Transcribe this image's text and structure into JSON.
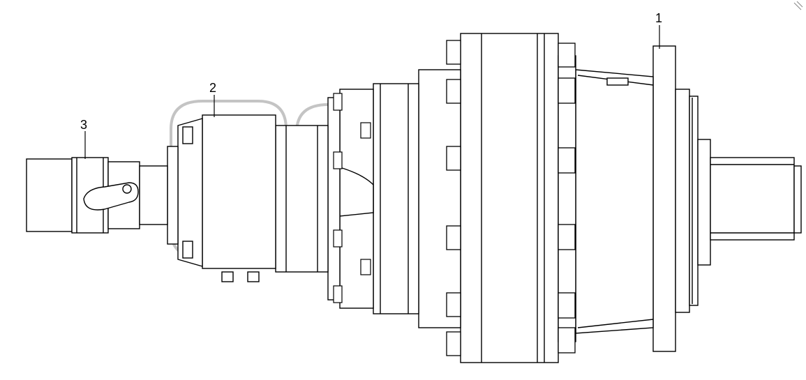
{
  "callouts": [
    {
      "id": "1",
      "label": "1"
    },
    {
      "id": "2",
      "label": "2"
    },
    {
      "id": "3",
      "label": "3"
    }
  ],
  "watermark": {
    "trademark": "TM"
  },
  "colors": {
    "line": "#000000",
    "watermark": "#bdbdbd",
    "background": "#ffffff"
  }
}
